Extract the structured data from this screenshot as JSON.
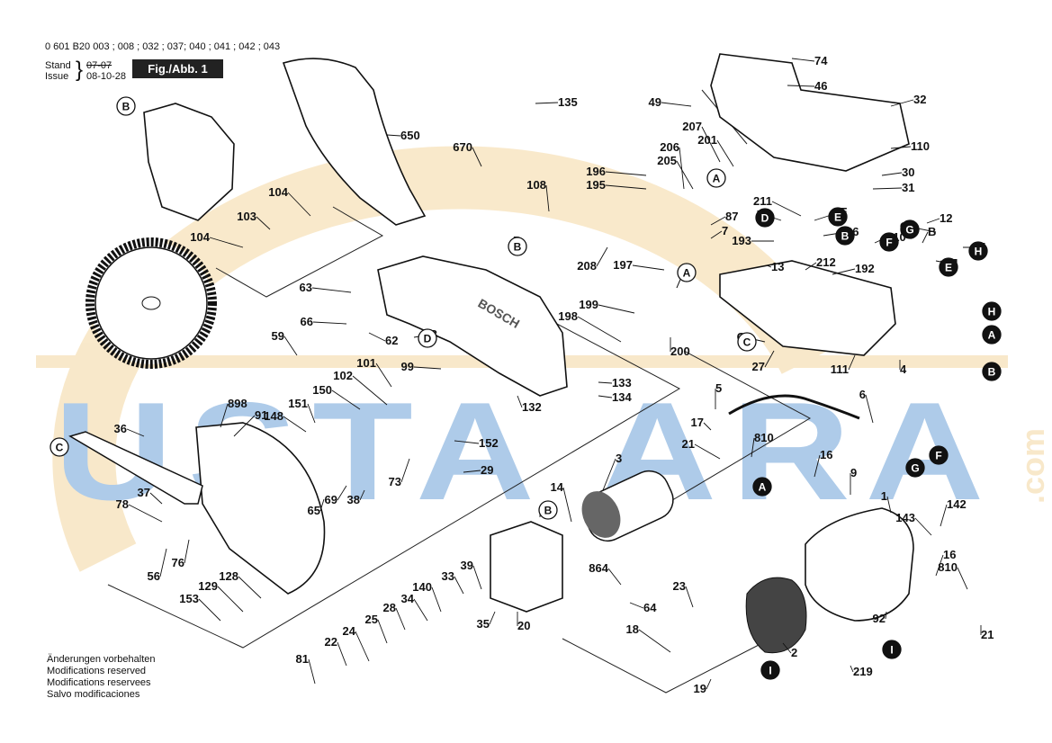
{
  "header": {
    "model_line": "0 601 B20 003 ; 008 ; 032 ; 037; 040 ; 041 ; 042 ; 043",
    "stand_label": "Stand",
    "issue_label": "Issue",
    "stand_value": "07-07",
    "issue_value": "08-10-28",
    "figure_label": "Fig./Abb. 1"
  },
  "watermark": {
    "text": "USTA ARA",
    "suffix": ".com",
    "colors": [
      "#6da2d8",
      "#f4d7a0"
    ]
  },
  "notes": [
    "Änderungen vorbehalten",
    "Modifications reserved",
    "Modifications reservees",
    "Salvo modificaciones"
  ],
  "part_numbers": [
    "74",
    "46",
    "49",
    "32",
    "135",
    "650",
    "207",
    "201",
    "110",
    "670",
    "206",
    "205",
    "30",
    "196",
    "195",
    "108",
    "31",
    "104",
    "103",
    "104",
    "B",
    "A",
    "211",
    "87",
    "7",
    "E",
    "D",
    "12",
    "G",
    "193",
    "26",
    "B",
    "210",
    "F",
    "H",
    "208",
    "197",
    "13",
    "212",
    "192",
    "E",
    "63",
    "A",
    "199",
    "198",
    "200",
    "C",
    "27",
    "111",
    "4",
    "66",
    "62",
    "59",
    "B",
    "101",
    "99",
    "133",
    "134",
    "132",
    "102",
    "150",
    "151",
    "148",
    "91",
    "898",
    "152",
    "29",
    "36",
    "73",
    "69",
    "38",
    "65",
    "37",
    "78",
    "76",
    "56",
    "5",
    "6",
    "17",
    "810",
    "21",
    "3",
    "14",
    "16",
    "9",
    "1",
    "142",
    "143",
    "864",
    "23",
    "16",
    "810",
    "92",
    "2",
    "21",
    "219",
    "19",
    "18",
    "128",
    "129",
    "153",
    "25",
    "24",
    "22",
    "81",
    "28",
    "34",
    "140",
    "33",
    "39",
    "35",
    "20",
    "64",
    "C"
  ],
  "callouts": {
    "filled": [
      "D",
      "E",
      "B",
      "G",
      "E",
      "F",
      "H",
      "H",
      "A",
      "B",
      "F",
      "G",
      "A",
      "I",
      "I"
    ],
    "outlined": [
      "B",
      "A",
      "B",
      "A",
      "C",
      "D",
      "C",
      "B"
    ]
  },
  "logo_text": "BOSCH"
}
